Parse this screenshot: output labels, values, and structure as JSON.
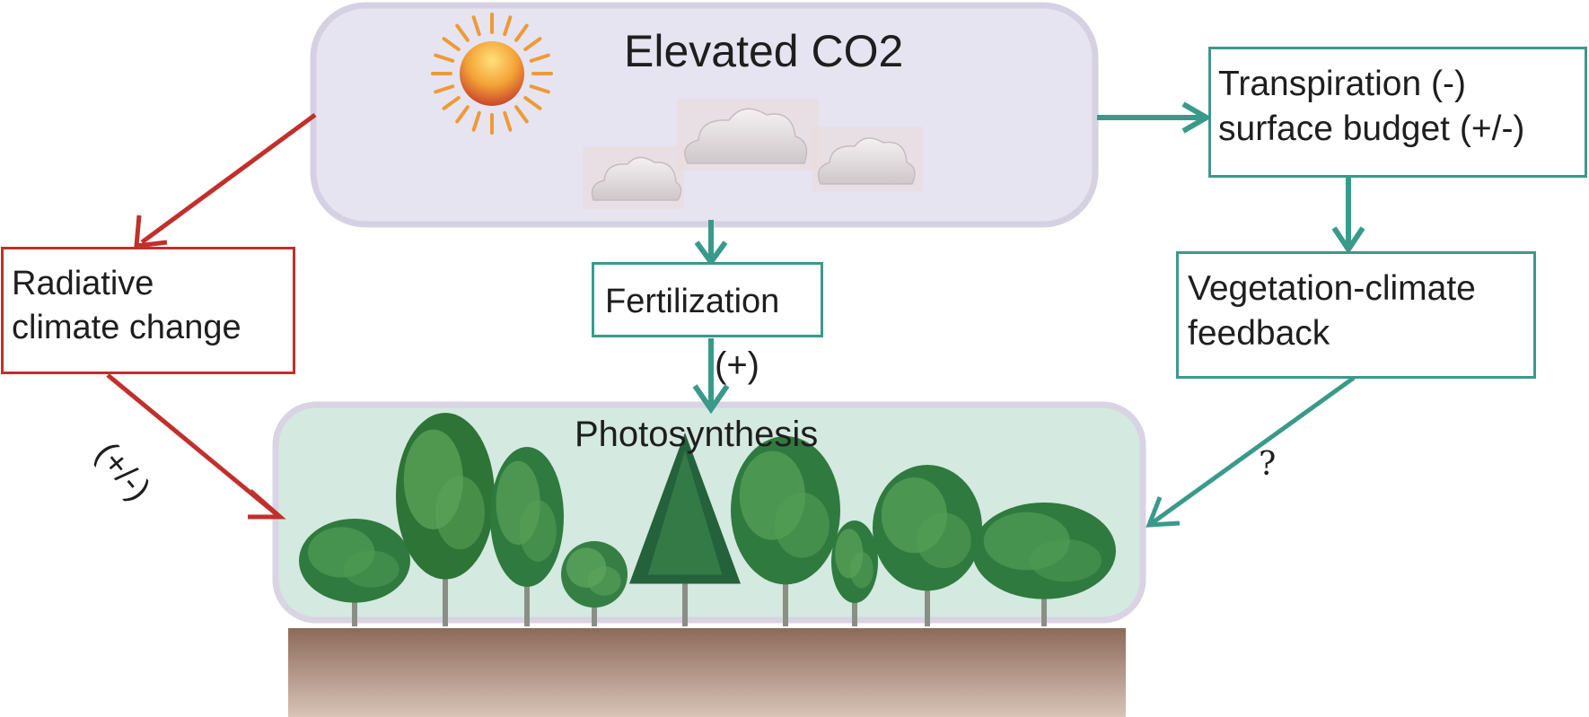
{
  "colors": {
    "negative_arrow": "#c0302c",
    "positive_arrow": "#3a9a8a",
    "atmosphere_fill": "#e6e4f0",
    "canopy_fill": "#d4e9df",
    "soil": "#9a7868"
  },
  "atmosphere": {
    "title": "Elevated CO2"
  },
  "radiative": {
    "line1": "Radiative",
    "line2": "climate change"
  },
  "fertilization": {
    "label": "Fertilization"
  },
  "transpiration": {
    "line1": "Transpiration (-)",
    "line2": "surface budget (+/-)"
  },
  "vegetation": {
    "line1": "Vegetation-climate",
    "line2": "feedback"
  },
  "photosynthesis": {
    "label": "Photosynthesis"
  },
  "arrow_labels": {
    "plus": "(+)",
    "plus_minus": "(+/-)",
    "question": "?"
  },
  "icons": {
    "sun": "sun-icon",
    "cloud": "cloud-icon",
    "tree": "tree-icon"
  }
}
